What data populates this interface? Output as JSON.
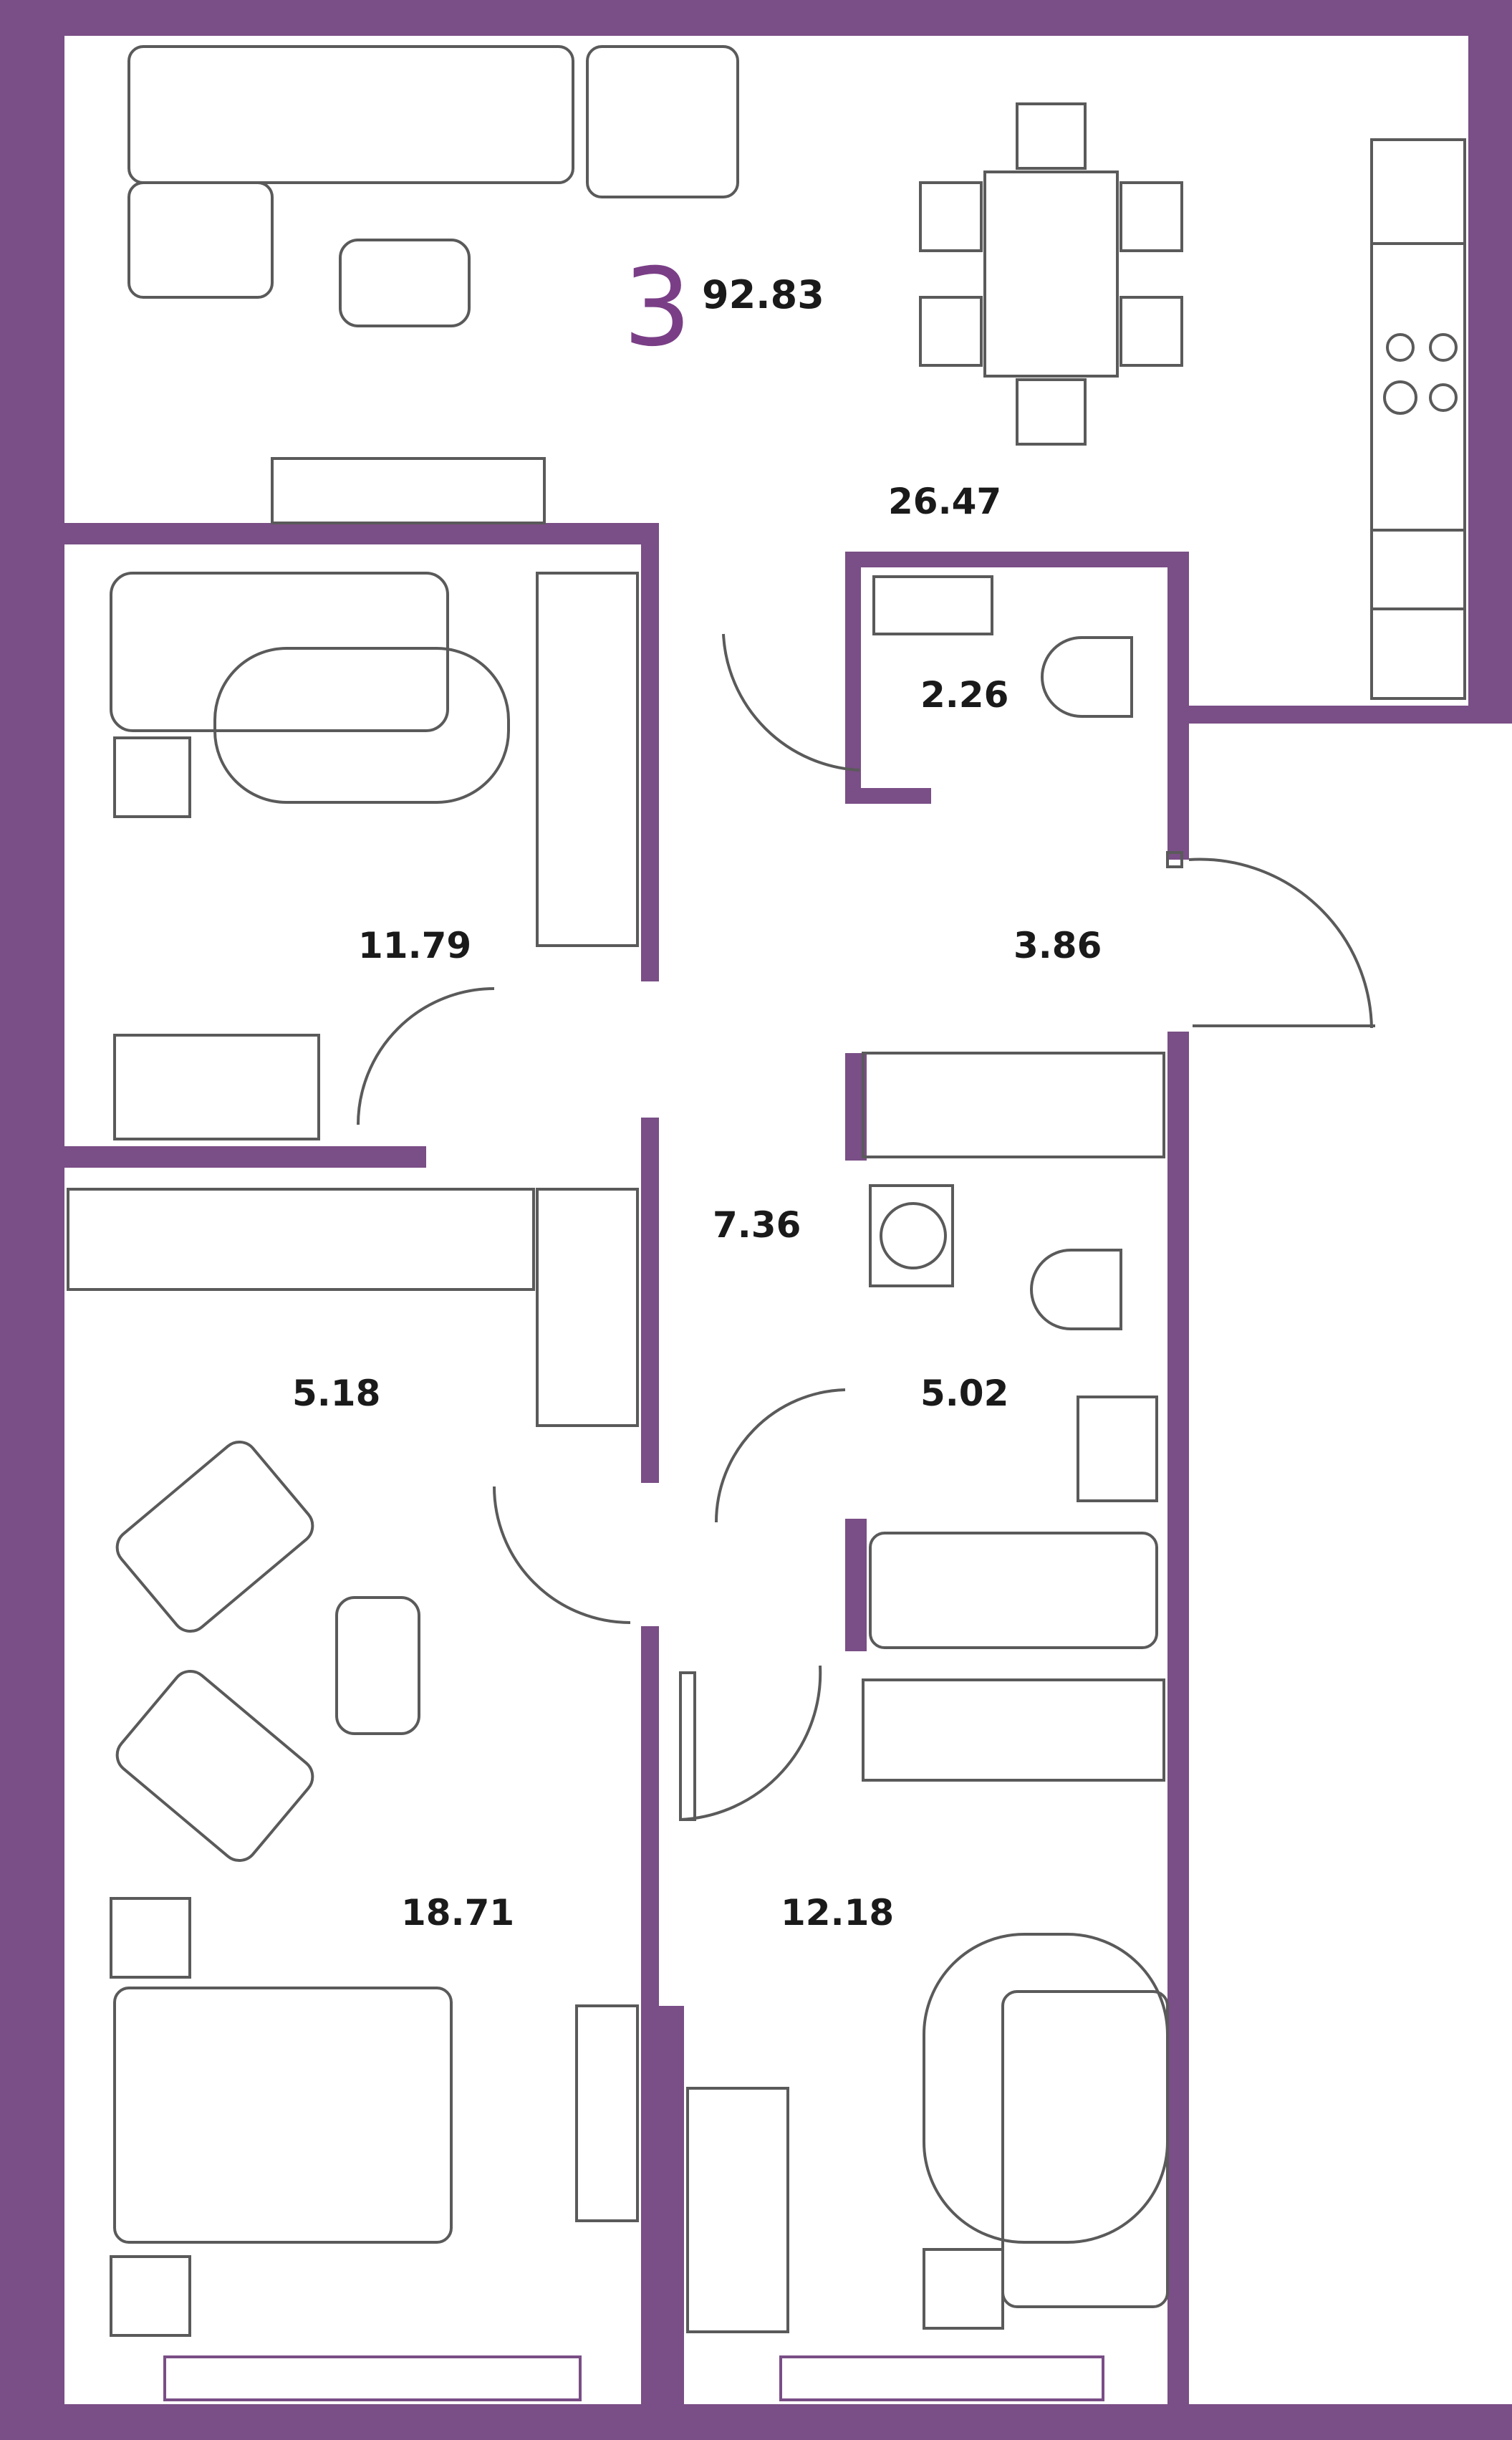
{
  "apartment": {
    "rooms_count": "3",
    "total_area": "92.83"
  },
  "rooms": [
    {
      "id": "living-kitchen",
      "area": "26.47"
    },
    {
      "id": "wc",
      "area": "2.26"
    },
    {
      "id": "hall",
      "area": "3.86"
    },
    {
      "id": "bedroom-top",
      "area": "11.79"
    },
    {
      "id": "corridor",
      "area": "7.36"
    },
    {
      "id": "wardrobe",
      "area": "5.18"
    },
    {
      "id": "bathroom",
      "area": "5.02"
    },
    {
      "id": "bedroom-large",
      "area": "18.71"
    },
    {
      "id": "bedroom-right",
      "area": "12.18"
    }
  ],
  "colors": {
    "wall": "#7a4e86",
    "accent": "#7a3e86",
    "line": "#5a5a5a",
    "background": "#ffffff"
  }
}
